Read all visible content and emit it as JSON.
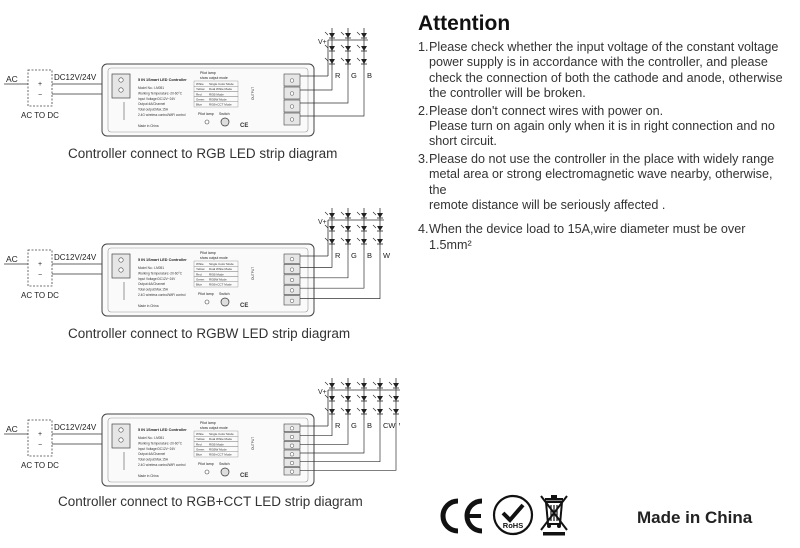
{
  "diagrams": [
    {
      "caption": "Controller connect to RGB LED strip diagram",
      "channels": [
        "R",
        "G",
        "B"
      ],
      "ac": "AC",
      "dc": "DC12V/24V",
      "converter": "AC TO DC",
      "vplus": "V+",
      "model": "5 IN 1Smart LED Controller",
      "specs": [
        "Model No.: LM051",
        "Working Temperature:-20-60°C",
        "Input Voltage:DC12V~24V",
        "Output:4A/Channel",
        "Total output:Max.15A",
        "2.4G wireless control/WiFi control"
      ],
      "pilot_title": "Pilot lamp",
      "pilot_sub": "show output mode",
      "modes": [
        [
          "White",
          "Single Color Mode"
        ],
        [
          "Yellow",
          "Dual White Mode"
        ],
        [
          "Red",
          "RGB Mode"
        ],
        [
          "Green",
          "RGBW Mode"
        ],
        [
          "Blue",
          "RGB+CCT Mode"
        ]
      ],
      "pilot_lamp": "Pilot lamp",
      "switch": "Switch",
      "made": "Made in China",
      "output": "OUTPUT"
    },
    {
      "caption": "Controller connect to RGBW LED strip diagram",
      "channels": [
        "R",
        "G",
        "B",
        "W"
      ],
      "ac": "AC",
      "dc": "DC12V/24V",
      "converter": "AC TO DC",
      "vplus": "V+",
      "model": "5 IN 1Smart LED Controller",
      "specs": [
        "Model No.: LM051",
        "Working Temperature:-20-60°C",
        "Input Voltage:DC12V~24V",
        "Output:4A/Channel",
        "Total output:Max.15A",
        "2.4G wireless control/WiFi control"
      ],
      "pilot_title": "Pilot lamp",
      "pilot_sub": "show output mode",
      "modes": [
        [
          "White",
          "Single Color Mode"
        ],
        [
          "Yellow",
          "Dual White Mode"
        ],
        [
          "Red",
          "RGB Mode"
        ],
        [
          "Green",
          "RGBW Mode"
        ],
        [
          "Blue",
          "RGB+CCT Mode"
        ]
      ],
      "pilot_lamp": "Pilot lamp",
      "switch": "Switch",
      "made": "Made in China",
      "output": "OUTPUT"
    },
    {
      "caption": "Controller connect to RGB+CCT LED strip diagram",
      "channels": [
        "R",
        "G",
        "B",
        "CW",
        "WW"
      ],
      "ac": "AC",
      "dc": "DC12V/24V",
      "converter": "AC TO DC",
      "vplus": "V+",
      "model": "5 IN 1Smart LED Controller",
      "specs": [
        "Model No.: LM051",
        "Working Temperature:-20-60°C",
        "Input Voltage:DC12V~24V",
        "Output:4A/Channel",
        "Total output:Max.15A",
        "2.4G wireless control/WiFi control"
      ],
      "pilot_title": "Pilot lamp",
      "pilot_sub": "show output mode",
      "modes": [
        [
          "White",
          "Single Color Mode"
        ],
        [
          "Yellow",
          "Dual White Mode"
        ],
        [
          "Red",
          "RGB Mode"
        ],
        [
          "Green",
          "RGBW Mode"
        ],
        [
          "Blue",
          "RGB+CCT Mode"
        ]
      ],
      "pilot_lamp": "Pilot lamp",
      "switch": "Switch",
      "made": "Made in China",
      "output": "OUTPUT"
    }
  ],
  "attention": {
    "title": "Attention",
    "items": [
      {
        "num": "1.",
        "lines": [
          "Please check whether the input voltage of the constant voltage",
          "power supply is in accordance with the controller, and please",
          "check the connection of both the cathode and anode, otherwise",
          "the controller will be broken."
        ]
      },
      {
        "num": "2.",
        "lines": [
          "Please don't connect wires with power on.",
          "Please turn on again only when it is in right connection and no",
          "short circuit."
        ]
      },
      {
        "num": "3.",
        "lines": [
          "Please do not use the controller in the place with widely range",
          "metal area or strong electromagnetic wave nearby, otherwise, the",
          "remote distance will be seriously affected ."
        ]
      },
      {
        "num": "4.",
        "lines": [
          "When the device load to 15A,wire diameter must be over 1.5mm²"
        ]
      }
    ]
  },
  "certifications": {
    "ce": "CE",
    "rohs": "RoHS",
    "made_in": "Made in China"
  }
}
